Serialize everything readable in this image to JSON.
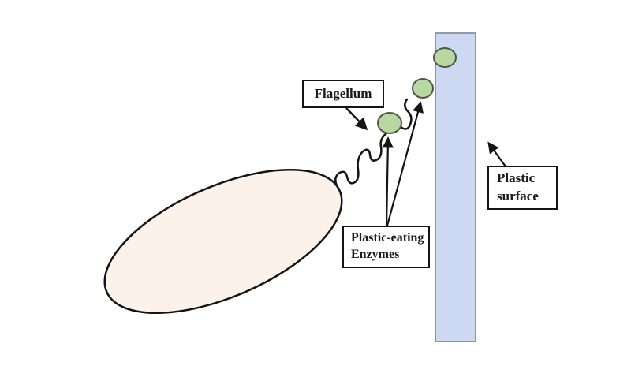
{
  "diagram": {
    "description": "Bacterium releasing plastic-eating enzymes toward a plastic surface",
    "background_color": "#ffffff",
    "bacterium": {
      "fill": "#fdf2e9",
      "stroke": "#141414"
    },
    "flagellum": {
      "label": "Flagellum",
      "stroke": "#141414"
    },
    "enzymes": {
      "label_line1": "Plastic-eating",
      "label_line2": "Enzymes",
      "count": 3,
      "fill": "#b9d7a0",
      "stroke": "#4e5748"
    },
    "plastic_surface": {
      "label_line1": "Plastic",
      "label_line2": "surface",
      "fill": "#cdd9f2",
      "stroke": "#7d8696"
    },
    "label_box": {
      "border_color": "#141414",
      "background": "#ffffff",
      "text_color": "#1a1a1a"
    },
    "arrow_color": "#141414"
  }
}
